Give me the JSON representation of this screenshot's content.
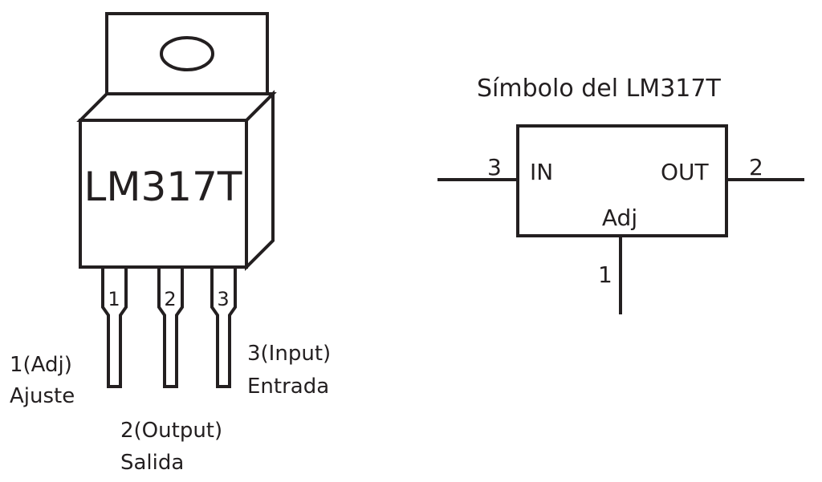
{
  "package": {
    "part_marking": "LM317T",
    "pins": [
      {
        "number": "1"
      },
      {
        "number": "2"
      },
      {
        "number": "3"
      }
    ],
    "pin_captions": {
      "pin1": {
        "line1": "1(Adj)",
        "line2": "Ajuste"
      },
      "pin2": {
        "line1": "2(Output)",
        "line2": "Salida"
      },
      "pin3": {
        "line1": "3(Input)",
        "line2": "Entrada"
      }
    }
  },
  "symbol": {
    "title": "Símbolo del LM317T",
    "in_label": "IN",
    "out_label": "OUT",
    "adj_label": "Adj",
    "in_pin": "3",
    "out_pin": "2",
    "adj_pin": "1"
  }
}
